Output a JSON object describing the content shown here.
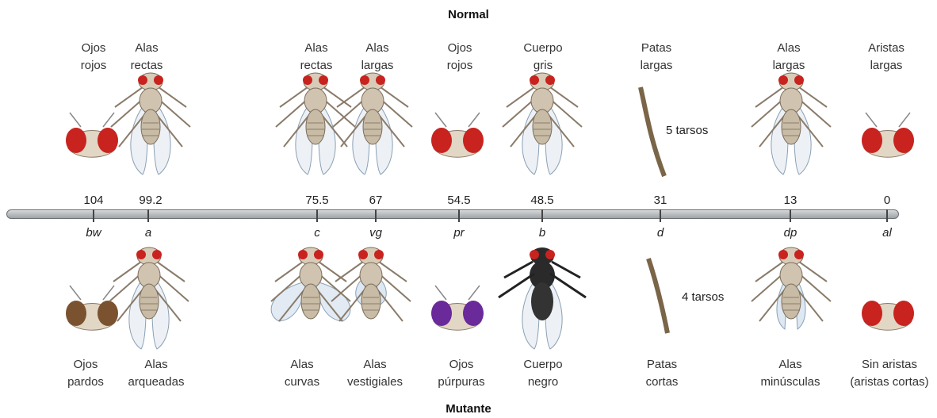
{
  "titles": {
    "normal": "Normal",
    "mutant": "Mutante"
  },
  "colors": {
    "eye_red": "#c8231f",
    "eye_brown": "#7a5230",
    "eye_purple": "#6a2a9a",
    "body_gray": "#cbbfae",
    "body_black": "#2a2a2a",
    "chromosome": "#b8bcbf"
  },
  "loci": [
    {
      "pos": "104",
      "gene": "bw",
      "normal": "Ojos\nrojos",
      "mutant": "Ojos\npardos"
    },
    {
      "pos": "99.2",
      "gene": "a",
      "normal": "Alas\nrectas",
      "mutant": "Alas\narqueadas"
    },
    {
      "pos": "75.5",
      "gene": "c",
      "normal": "Alas\nrectas",
      "mutant": "Alas\ncurvas"
    },
    {
      "pos": "67",
      "gene": "vg",
      "normal": "Alas\nlargas",
      "mutant": "Alas\nvestigiales"
    },
    {
      "pos": "54.5",
      "gene": "pr",
      "normal": "Ojos\nrojos",
      "mutant": "Ojos\npúrpuras"
    },
    {
      "pos": "48.5",
      "gene": "b",
      "normal": "Cuerpo\ngris",
      "mutant": "Cuerpo\nnegro"
    },
    {
      "pos": "31",
      "gene": "d",
      "normal": "Patas\nlargas",
      "mutant": "Patas\ncortas"
    },
    {
      "pos": "13",
      "gene": "dp",
      "normal": "Alas\nlargas",
      "mutant": "Alas\nminúsculas"
    },
    {
      "pos": "0",
      "gene": "al",
      "normal": "Aristas\nlargas",
      "mutant": "Sin aristas\n(aristas cortas)"
    }
  ],
  "tarsi": {
    "normal": "5 tarsos",
    "mutant": "4 tarsos"
  }
}
